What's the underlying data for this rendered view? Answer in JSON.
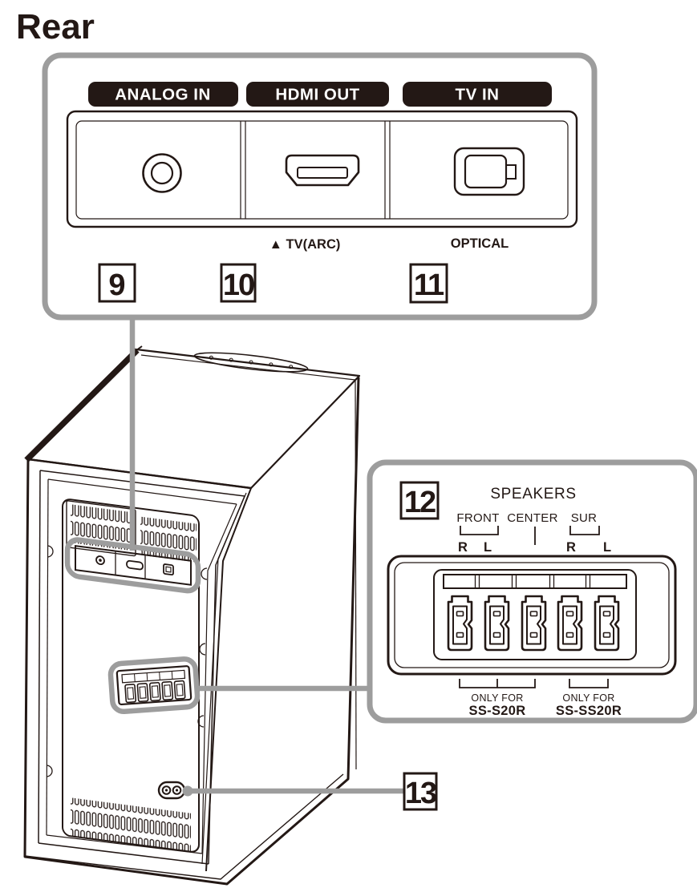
{
  "page_title": "Rear",
  "colors": {
    "ink": "#231815",
    "gray": "#9d9d9d"
  },
  "rear_panel": {
    "port_labels": [
      "ANALOG IN",
      "HDMI OUT",
      "TV IN"
    ],
    "hdmi_sublabel": "▲ TV(ARC)",
    "optical_sublabel": "OPTICAL",
    "callouts": [
      "9",
      "10",
      "11"
    ]
  },
  "speaker_panel": {
    "callout": "12",
    "title": "SPEAKERS",
    "groups": [
      "FRONT",
      "CENTER",
      "SUR"
    ],
    "channels": [
      "R",
      "L",
      "R",
      "L"
    ],
    "notes": [
      {
        "prefix": "ONLY FOR",
        "model": "SS-S20R"
      },
      {
        "prefix": "ONLY FOR",
        "model": "SS-SS20R"
      }
    ]
  },
  "power_callout": "13"
}
